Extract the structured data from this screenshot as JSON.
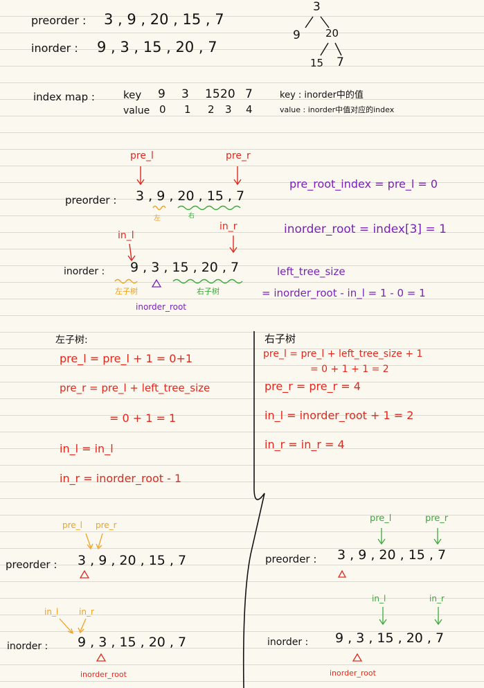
{
  "intro": {
    "preorder_label": "preorder :",
    "preorder_values": "3 , 9 , 20 , 15 , 7",
    "inorder_label": "inorder :",
    "inorder_values": "9 , 3 , 15 , 20 , 7"
  },
  "tree": {
    "root": "3",
    "left": "9",
    "right": "20",
    "right_left": "15",
    "right_right": "7"
  },
  "index_map": {
    "label": "index map :",
    "key_label": "key",
    "keys": [
      "9",
      "3",
      "15",
      "20",
      "7"
    ],
    "value_label": "value",
    "values": [
      "0",
      "1",
      "2",
      "3",
      "4"
    ],
    "note_key": "key : inorder中的值",
    "note_value": "value : inorder中值对应的index"
  },
  "step": {
    "pre_l": "pre_l",
    "pre_r": "pre_r",
    "preorder_label": "preorder :",
    "preorder_values": "3 , 9 , 20 , 15 , 7",
    "left_mark": "左",
    "right_mark": "右",
    "in_l": "in_l",
    "in_r": "in_r",
    "inorder_label": "inorder :",
    "inorder_values": "9 , 3 , 15 , 20 , 7",
    "left_subtree": "左子树",
    "right_subtree": "右子树",
    "inorder_root": "inorder_root",
    "eq1": "pre_root_index = pre_l = 0",
    "eq2": "inorder_root = index[3] = 1",
    "eq3a": "left_tree_size",
    "eq3b": "= inorder_root - in_l = 1 - 0 = 1"
  },
  "left_col": {
    "title": "左子树:",
    "l1": "pre_l = pre_l + 1 = 0+1",
    "l2": "pre_r = pre_l + left_tree_size",
    "l3": "= 0 + 1 = 1",
    "l4": "in_l = in_l",
    "l5": "in_r = inorder_root - 1"
  },
  "right_col": {
    "title": "右子树",
    "l1": "pre_l = pre_l + left_tree_size + 1",
    "l2": "= 0 + 1 + 1 = 2",
    "l3": "pre_r = pre_r = 4",
    "l4": "in_l = inorder_root + 1 = 2",
    "l5": "in_r = in_r = 4"
  },
  "bottom_left": {
    "pre_l": "pre_l",
    "pre_r": "pre_r",
    "preorder_label": "preorder :",
    "preorder_values": "3 , 9 , 20 , 15 , 7",
    "in_l": "in_l",
    "in_r": "in_r",
    "inorder_label": "inorder :",
    "inorder_values": "9 , 3 , 15 , 20 , 7",
    "inorder_root": "inorder_root"
  },
  "bottom_right": {
    "pre_l": "pre_l",
    "pre_r": "pre_r",
    "preorder_label": "preorder :",
    "preorder_values": "3 , 9 , 20 , 15 , 7",
    "in_l": "in_l",
    "in_r": "in_r",
    "inorder_label": "inorder :",
    "inorder_values": "9 , 3 , 15 , 20 , 7",
    "inorder_root": "inorder_root"
  },
  "colors": {
    "ink": "#111111",
    "red": "#e0281e",
    "purple": "#7a22b8",
    "orange": "#f0a020",
    "green": "#3aa83a",
    "paper": "#fbf8ef",
    "rule": "#ddd8cc"
  }
}
